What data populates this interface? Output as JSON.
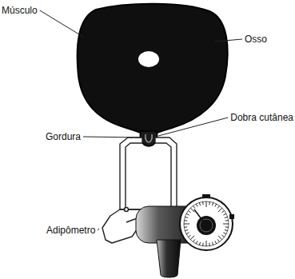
{
  "diagram": {
    "labels": [
      "Músculo",
      "Osso",
      "Dobra cutânea",
      "Gordura",
      "Adipômetro"
    ]
  }
}
